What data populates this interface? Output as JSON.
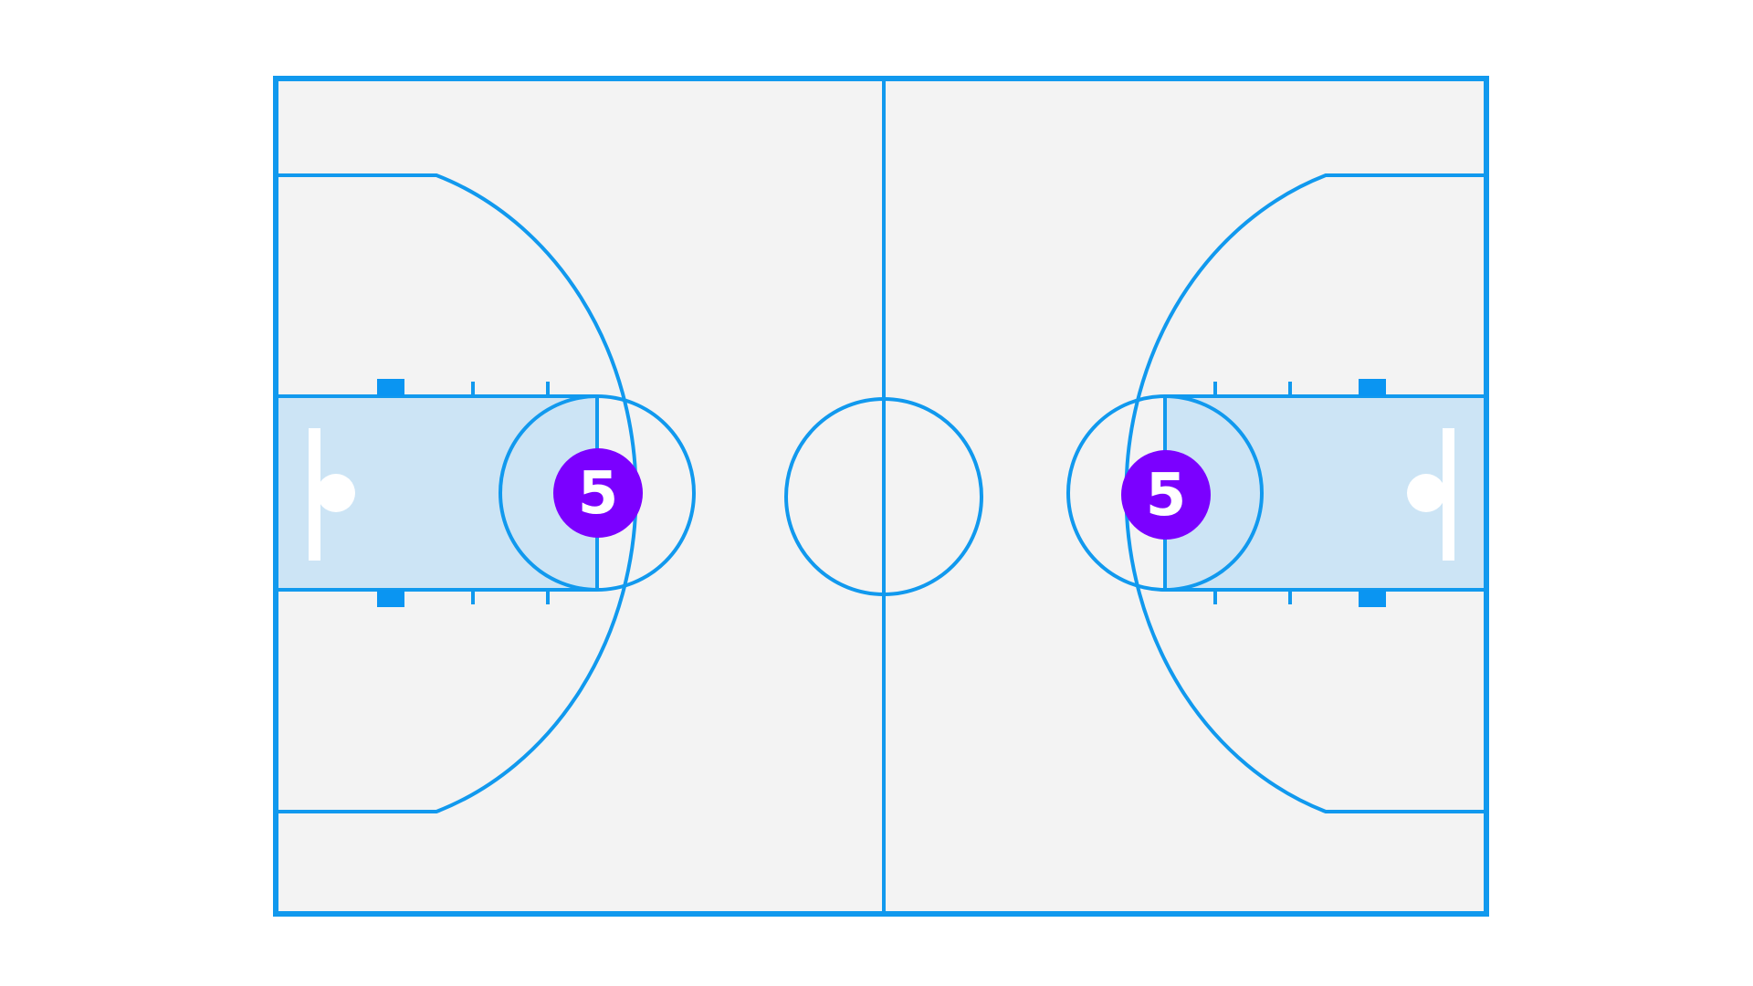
{
  "colors": {
    "background": "#ffffff",
    "court_floor": "#f3f3f3",
    "court_line": "#1199ee",
    "paint": "#cce4f5",
    "block": "#0a95f2",
    "backboard": "#ffffff",
    "rim": "#ffffff",
    "player_marker": "#7b00ff",
    "player_text": "#ffffff"
  },
  "court": {
    "type": "basketball-full-court",
    "markers": [
      {
        "id": "left",
        "label": "5",
        "side": "left"
      },
      {
        "id": "right",
        "label": "5",
        "side": "right"
      }
    ]
  }
}
